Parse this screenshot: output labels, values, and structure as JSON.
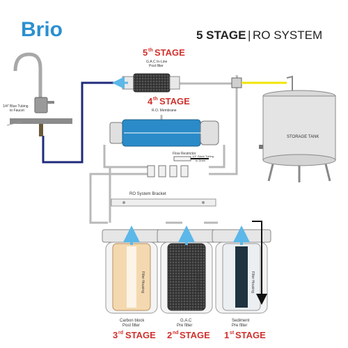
{
  "brand": {
    "name": "Brio"
  },
  "header": {
    "stage_count": "5 STAGE",
    "separator": "|",
    "system": "RO SYSTEM"
  },
  "colors": {
    "stage_red": "#d0312d",
    "filter_blue": "#2a8bc8",
    "tube_navy": "#1f2a7a",
    "tube_yellow": "#f2e300",
    "tube_gray": "#b9b9b9",
    "tank_gray": "#e4e4e4",
    "arrow_blue": "#5bb8e8"
  },
  "faucet": {
    "label_line1": "1/4\" Blue Tubing",
    "label_line2": "to Faucet"
  },
  "stage5": {
    "number": "5",
    "suffix": "th",
    "word": "STAGE",
    "desc_line1": "G.A.C In-Line",
    "desc_line2": "Post filter"
  },
  "stage4": {
    "number": "4",
    "suffix": "th",
    "word": "STAGE",
    "desc_line1": "R.O. Membrane"
  },
  "flow_restrictor": {
    "label": "Flow Restrictor",
    "drain_line1": "1/4\" Black Tubing",
    "drain_line2": "to Drain"
  },
  "tank": {
    "label": "STORAGE TANK"
  },
  "bracket": {
    "label": "RO System Bracket"
  },
  "housing": {
    "label": "Filter Housing"
  },
  "stage3": {
    "number": "3",
    "suffix": "rd",
    "word": "STAGE",
    "desc_line1": "Carbon block",
    "desc_line2": "Post filter"
  },
  "stage2": {
    "number": "2",
    "suffix": "nd",
    "word": "STAGE",
    "desc_line1": "G.A.C",
    "desc_line2": "Pre filter"
  },
  "stage1": {
    "number": "1",
    "suffix": "st",
    "word": "STAGE",
    "desc_line1": "Sediment",
    "desc_line2": "Pre filter"
  }
}
